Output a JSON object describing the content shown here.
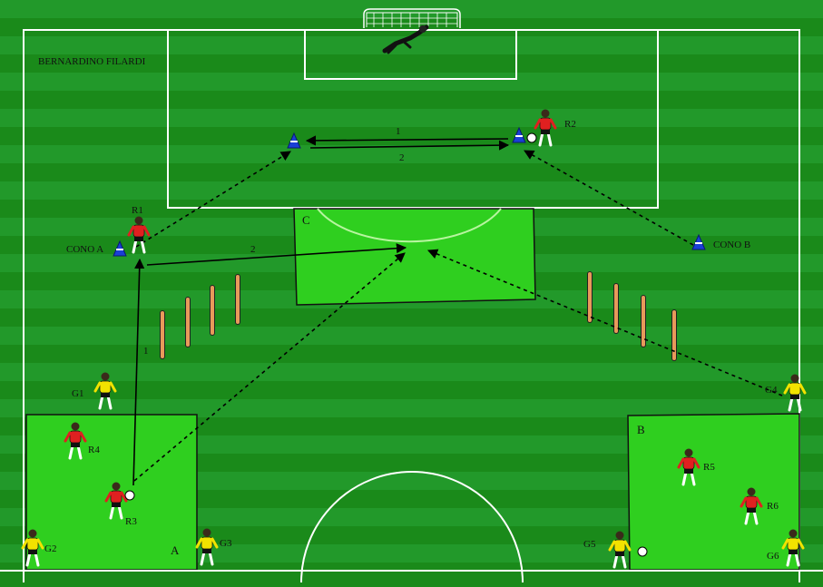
{
  "author": "BERNARDINO FILARDI",
  "zones": {
    "a": "A",
    "b": "B",
    "c": "C"
  },
  "cones": {
    "a": "CONO A",
    "b": "CONO B"
  },
  "pass_numbers": {
    "top_pass_1": "1",
    "top_pass_2": "2",
    "r1_to_c": "2",
    "r3_to_r1": "1"
  },
  "players": {
    "red": [
      "R1",
      "R2",
      "R3",
      "R4",
      "R5",
      "R6"
    ],
    "yellow": [
      "G1",
      "G2",
      "G3",
      "G4",
      "G5",
      "G6"
    ]
  },
  "colors": {
    "pitch": "#1a8a1a",
    "stripe": "#22992a",
    "zone_fill": "#2fcf1f",
    "lines": "#ffffff",
    "red_team": "#e02020",
    "yellow_team": "#f2e200",
    "cone": "#1a3fd6",
    "pole": "#e89a5a",
    "arrow": "#000000"
  }
}
